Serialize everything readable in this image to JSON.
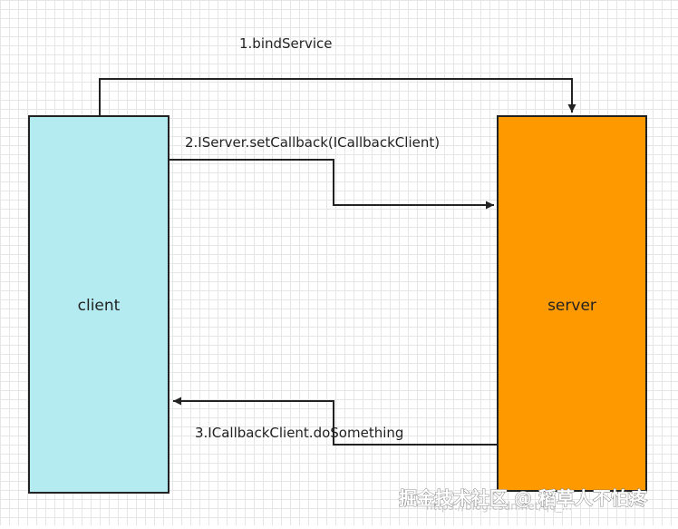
{
  "diagram": {
    "nodes": {
      "client": {
        "label": "client",
        "fill": "#b3ebf0"
      },
      "server": {
        "label": "server",
        "fill": "#ff9900"
      }
    },
    "edges": [
      {
        "id": "bind",
        "label": "1.bindService",
        "from": "client",
        "to": "server"
      },
      {
        "id": "setcallback",
        "label": "2.IServer.setCallback(ICallbackClient)",
        "from": "client",
        "to": "server"
      },
      {
        "id": "dosomething",
        "label": "3.ICallbackClient.doSomething",
        "from": "server",
        "to": "client"
      }
    ],
    "border_color": "#222222",
    "line_color": "#222222"
  },
  "watermark": {
    "text": "掘金技术社区 @ 稻草人不怕疼",
    "url_fragment": "https://blog.csdn.net/qq_..."
  }
}
